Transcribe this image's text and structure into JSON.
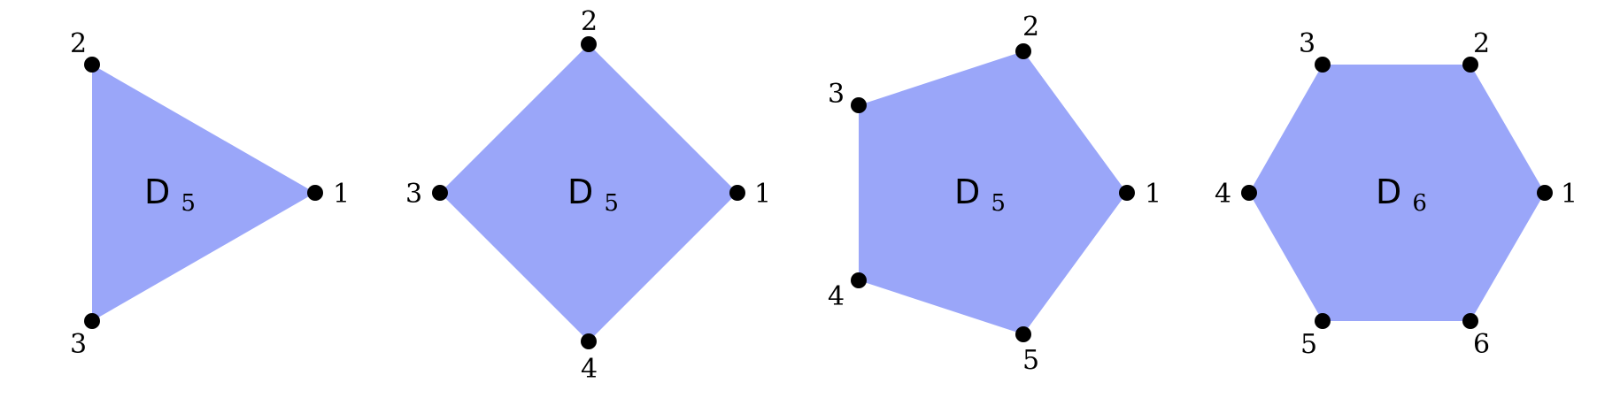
{
  "style": {
    "fill_color": "#9aa6f9",
    "dot_color": "#000000"
  },
  "polygons": [
    {
      "label_main": "D",
      "label_sub": "5",
      "vertex_labels": [
        "1",
        "2",
        "3"
      ]
    },
    {
      "label_main": "D",
      "label_sub": "5",
      "vertex_labels": [
        "1",
        "2",
        "3",
        "4"
      ]
    },
    {
      "label_main": "D",
      "label_sub": "5",
      "vertex_labels": [
        "1",
        "2",
        "3",
        "4",
        "5"
      ]
    },
    {
      "label_main": "D",
      "label_sub": "6",
      "vertex_labels": [
        "1",
        "2",
        "3",
        "4",
        "5",
        "6"
      ]
    }
  ]
}
